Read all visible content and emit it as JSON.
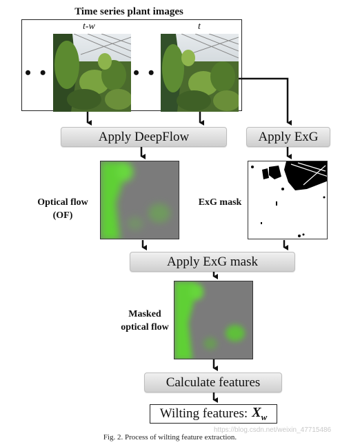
{
  "title": "Time series plant images",
  "frame_labels": {
    "prev": "t-w",
    "curr": "t"
  },
  "dots": "• • •",
  "steps": {
    "deepflow": "Apply DeepFlow",
    "exg": "Apply ExG",
    "exg_mask": "Apply ExG mask",
    "calc": "Calculate features"
  },
  "labels": {
    "optical_flow_line1": "Optical flow",
    "optical_flow_line2": "(OF)",
    "exg_mask": "ExG mask",
    "masked_line1": "Masked",
    "masked_line2": "optical flow"
  },
  "result": {
    "text": "Wilting features:",
    "symbol": "X",
    "subscript": "w"
  },
  "caption": "Fig. 2. Process of wilting feature extraction.",
  "watermark": "https://blog.csdn.net/weixin_47715486",
  "colors": {
    "button_top": "#f0f0f0",
    "button_bottom": "#cfcfcf",
    "flow_green": "#5fd036",
    "flow_gray": "#7b7b7b"
  }
}
